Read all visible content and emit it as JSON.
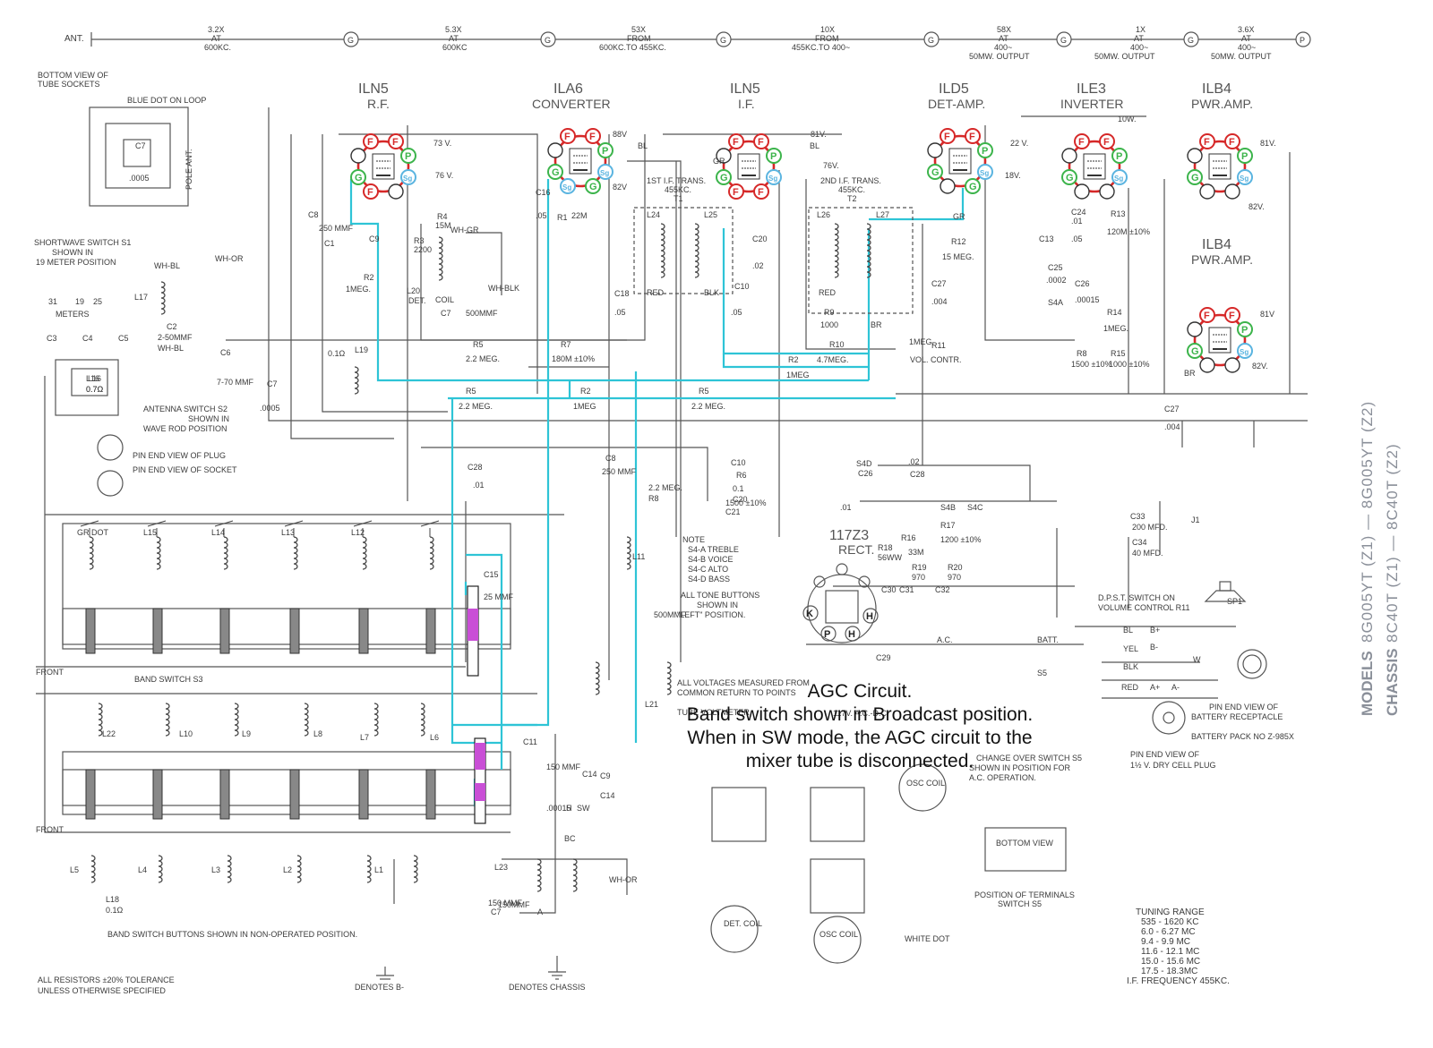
{
  "signal_chain": {
    "ant": "ANT.",
    "stages": [
      {
        "gain": "3.2X",
        "at": "AT",
        "freq": "600KC."
      },
      {
        "gain": "5.3X",
        "at": "AT",
        "freq": "600KC"
      },
      {
        "gain": "53X",
        "at": "FROM",
        "freq": "600KC.TO 455KC."
      },
      {
        "gain": "10X",
        "at": "FROM",
        "freq": "455KC.TO 400~"
      },
      {
        "gain": "58X",
        "at": "AT",
        "freq": "400~",
        "out": "50MW. OUTPUT"
      },
      {
        "gain": "1X",
        "at": "AT",
        "freq": "400~",
        "out": "50MW. OUTPUT"
      },
      {
        "gain": "3.6X",
        "at": "AT",
        "freq": "400~",
        "out": "50MW. OUTPUT"
      }
    ],
    "node_g": "G",
    "node_p": "P"
  },
  "tubes": [
    {
      "name": "ILN5",
      "role": "R.F."
    },
    {
      "name": "ILA6",
      "role": "CONVERTER"
    },
    {
      "name": "ILN5",
      "role": "I.F."
    },
    {
      "name": "ILD5",
      "role": "DET-AMP."
    },
    {
      "name": "ILE3",
      "role": "INVERTER"
    },
    {
      "name": "ILB4",
      "role": "PWR.AMP."
    },
    {
      "name": "ILB4",
      "role": "PWR.AMP."
    }
  ],
  "rectifier": {
    "name": "117Z3",
    "role": "RECT."
  },
  "pin_labels": {
    "f": "F",
    "p": "P",
    "g": "G",
    "k": "K",
    "h": "H",
    "sg": "Sg"
  },
  "voltages": [
    "73 V.",
    "76 V.",
    "88V",
    "82V",
    "81V.",
    "76V.",
    "22 V.",
    "18V.",
    "10W.",
    "81V.",
    "82V.",
    "81V",
    "82V."
  ],
  "labels": {
    "bottom_view": [
      "BOTTOM VIEW OF",
      "TUBE SOCKETS"
    ],
    "blue_dot": "BLUE DOT ON LOOP",
    "pole_ant": "POLE ANT.",
    "sw_switch": [
      "SHORTWAVE SWITCH S1",
      "SHOWN IN",
      "19 METER POSITION"
    ],
    "meters": "METERS",
    "meter_vals": [
      "31",
      "19",
      "25"
    ],
    "antenna_switch": [
      "ANTENNA SWITCH S2",
      "SHOWN IN",
      "WAVE ROD POSITION"
    ],
    "plug": "PIN END VIEW OF PLUG",
    "socket": "PIN END VIEW OF SOCKET",
    "band_switch": "BAND SWITCH S3",
    "front": "FRONT",
    "band_note": "BAND SWITCH BUTTONS SHOWN IN NON-OPERATED POSITION.",
    "tolerance": [
      "ALL RESISTORS ±20% TOLERANCE",
      "UNLESS OTHERWISE SPECIFIED"
    ],
    "denotes_b": "DENOTES B-",
    "denotes_chassis": "DENOTES CHASSIS",
    "note": [
      "NOTE",
      "S4-A TREBLE",
      "S4-B VOICE",
      "S4-C ALTO",
      "S4-D BASS"
    ],
    "tone_buttons": [
      "ALL TONE BUTTONS",
      "SHOWN IN",
      "\"LEFT\" POSITION."
    ],
    "voltages_note": [
      "ALL VOLTAGES MEASURED FROM",
      "COMMON RETURN TO POINTS",
      "TUBE VOLTMETER."
    ],
    "dpst": [
      "D.P.S.T. SWITCH ON",
      "VOLUME CONTROL R11"
    ],
    "battery_receptacle": [
      "PIN END VIEW OF",
      "BATTERY RECEPTACLE"
    ],
    "battery_pack": "BATTERY PACK NO Z-985X",
    "dry_cell": [
      "PIN END VIEW OF",
      "1½ V. DRY CELL PLUG"
    ],
    "change_over": [
      "CHANGE OVER SWITCH S5",
      "SHOWN IN POSITION FOR",
      "A.C. OPERATION."
    ],
    "bottom_view_s5": "BOTTOM VIEW",
    "position_terminals": [
      "POSITION OF TERMINALS",
      "SWITCH S5"
    ],
    "tuning": [
      "TUNING RANGE",
      "535 - 1620 KC",
      "6.0 - 6.27 MC",
      "9.4 - 9.9 MC",
      "11.6 - 12.1 MC",
      "15.0 - 15.6 MC",
      "17.5 - 18.3MC",
      "I.F. FREQUENCY 455KC."
    ],
    "white_dot": "WHITE DOT",
    "det_coil": "DET. COIL",
    "osc_coil": "OSC COIL",
    "ac_dc": "117V. A.C.-D.C.",
    "batt": "BATT.",
    "ac": "A.C.",
    "if1": [
      "1ST I.F. TRANS.",
      "455KC.",
      "T1"
    ],
    "if2": [
      "2ND I.F. TRANS.",
      "455KC.",
      "T2"
    ],
    "wires": [
      "BL",
      "BL",
      "GR",
      "GR",
      "RED",
      "BLK",
      "RED",
      "BR",
      "WH-GR",
      "WH-BLK",
      "WH-BL",
      "WH-OR",
      "WH-BL",
      "YEL",
      "BLK",
      "RED",
      "BL",
      "W",
      "B+",
      "B-",
      "A+",
      "A-",
      "BR"
    ],
    "components": [
      "C8",
      "250 MMF",
      "C9",
      "C1",
      "R2",
      "1MEG.",
      "L17",
      "C2",
      "2-50MMF",
      "C3",
      "C4",
      "C5",
      "C6",
      "7-70 MMF",
      "C7",
      ".0005",
      "L16",
      "0.7Ω",
      "L18",
      "0.1Ω",
      "R4",
      "15M",
      "R3",
      "2200",
      "L20",
      "DET.",
      "COIL",
      "C7",
      "500MMF",
      "R5",
      "2.2 MEG.",
      "R7",
      "180M ±10%",
      "R5",
      "2.2 MEG.",
      "R2",
      "1MEG",
      "R5",
      "2.2 MEG.",
      "C8",
      "250 MMF",
      "C16",
      ".05",
      "R1",
      "22M",
      "L24",
      "L25",
      "C18",
      ".05",
      "C10",
      ".05",
      "C20",
      ".02",
      "L26",
      "L27",
      "R9",
      "1000",
      "R10",
      "4.7MEG.",
      "R12",
      "15 MEG.",
      "C27",
      ".004",
      "R11",
      "1MEG.",
      "VOL. CONTR.",
      "R2",
      "1MEG",
      "R13",
      "120M ±10%",
      "C24",
      ".01",
      "C13",
      ".05",
      "C25",
      ".0002",
      "C26",
      ".00015",
      "S4A",
      "R14",
      "1MEG.",
      "R8",
      "1500 ±10%",
      "R15",
      "1000 ±10%",
      "C27",
      ".004",
      "L19",
      "0.1Ω",
      "GR DOT",
      "L15",
      "L14",
      "L13",
      "L12",
      "L11",
      "L21",
      "L22",
      "L10",
      "L9",
      "L8",
      "L7",
      "L6",
      "L5",
      "L4",
      "L3",
      "L2",
      "L1",
      "C28",
      ".01",
      "C15",
      "25 MMF",
      "C11",
      "150 MMF",
      "C14",
      "C29",
      "C30",
      "C31",
      "C32",
      "R16",
      "33M",
      "R17",
      "1200 ±10%",
      "R18",
      "56WW",
      "R19",
      "970",
      "R20",
      "970",
      "C33",
      "200 MFD.",
      "C34",
      "40 MFD.",
      "J1",
      "SP1",
      "S5",
      "L23",
      "150MMF",
      "C10",
      "R6",
      "2.2 MEG.",
      "R8",
      "1500 ±10%",
      "C21",
      "0.1",
      "C20",
      ".02",
      "C28",
      ".01",
      "S4B",
      "S4C",
      "S4D",
      "C26",
      ".00015",
      "H",
      "SW",
      "A",
      "BC",
      "WH-OR",
      "C9",
      "C14",
      "150 MMF",
      "C7",
      "500MMF",
      "GR. DOT"
    ]
  },
  "caption": {
    "line1": "AGC Circuit.",
    "line2": "Band switch shown in Broadcast position.",
    "line3": "When in SW mode, the AGC circuit to the",
    "line4": "mixer tube is disconnected."
  },
  "models": {
    "prefix": "MODELS",
    "models_line": "8G005YT (Z1) — 8G005YT (Z2)",
    "chassis_prefix": "CHASSIS",
    "chassis_line": "8C40T (Z1) — 8C40T (Z2)"
  },
  "colors": {
    "agc_wire": "#2ec4d6",
    "filament_pin": "#d62828",
    "plate_pin": "#3cb44b",
    "screen_pin": "#5ab4e0",
    "switch_highlight": "#c94fd6"
  }
}
